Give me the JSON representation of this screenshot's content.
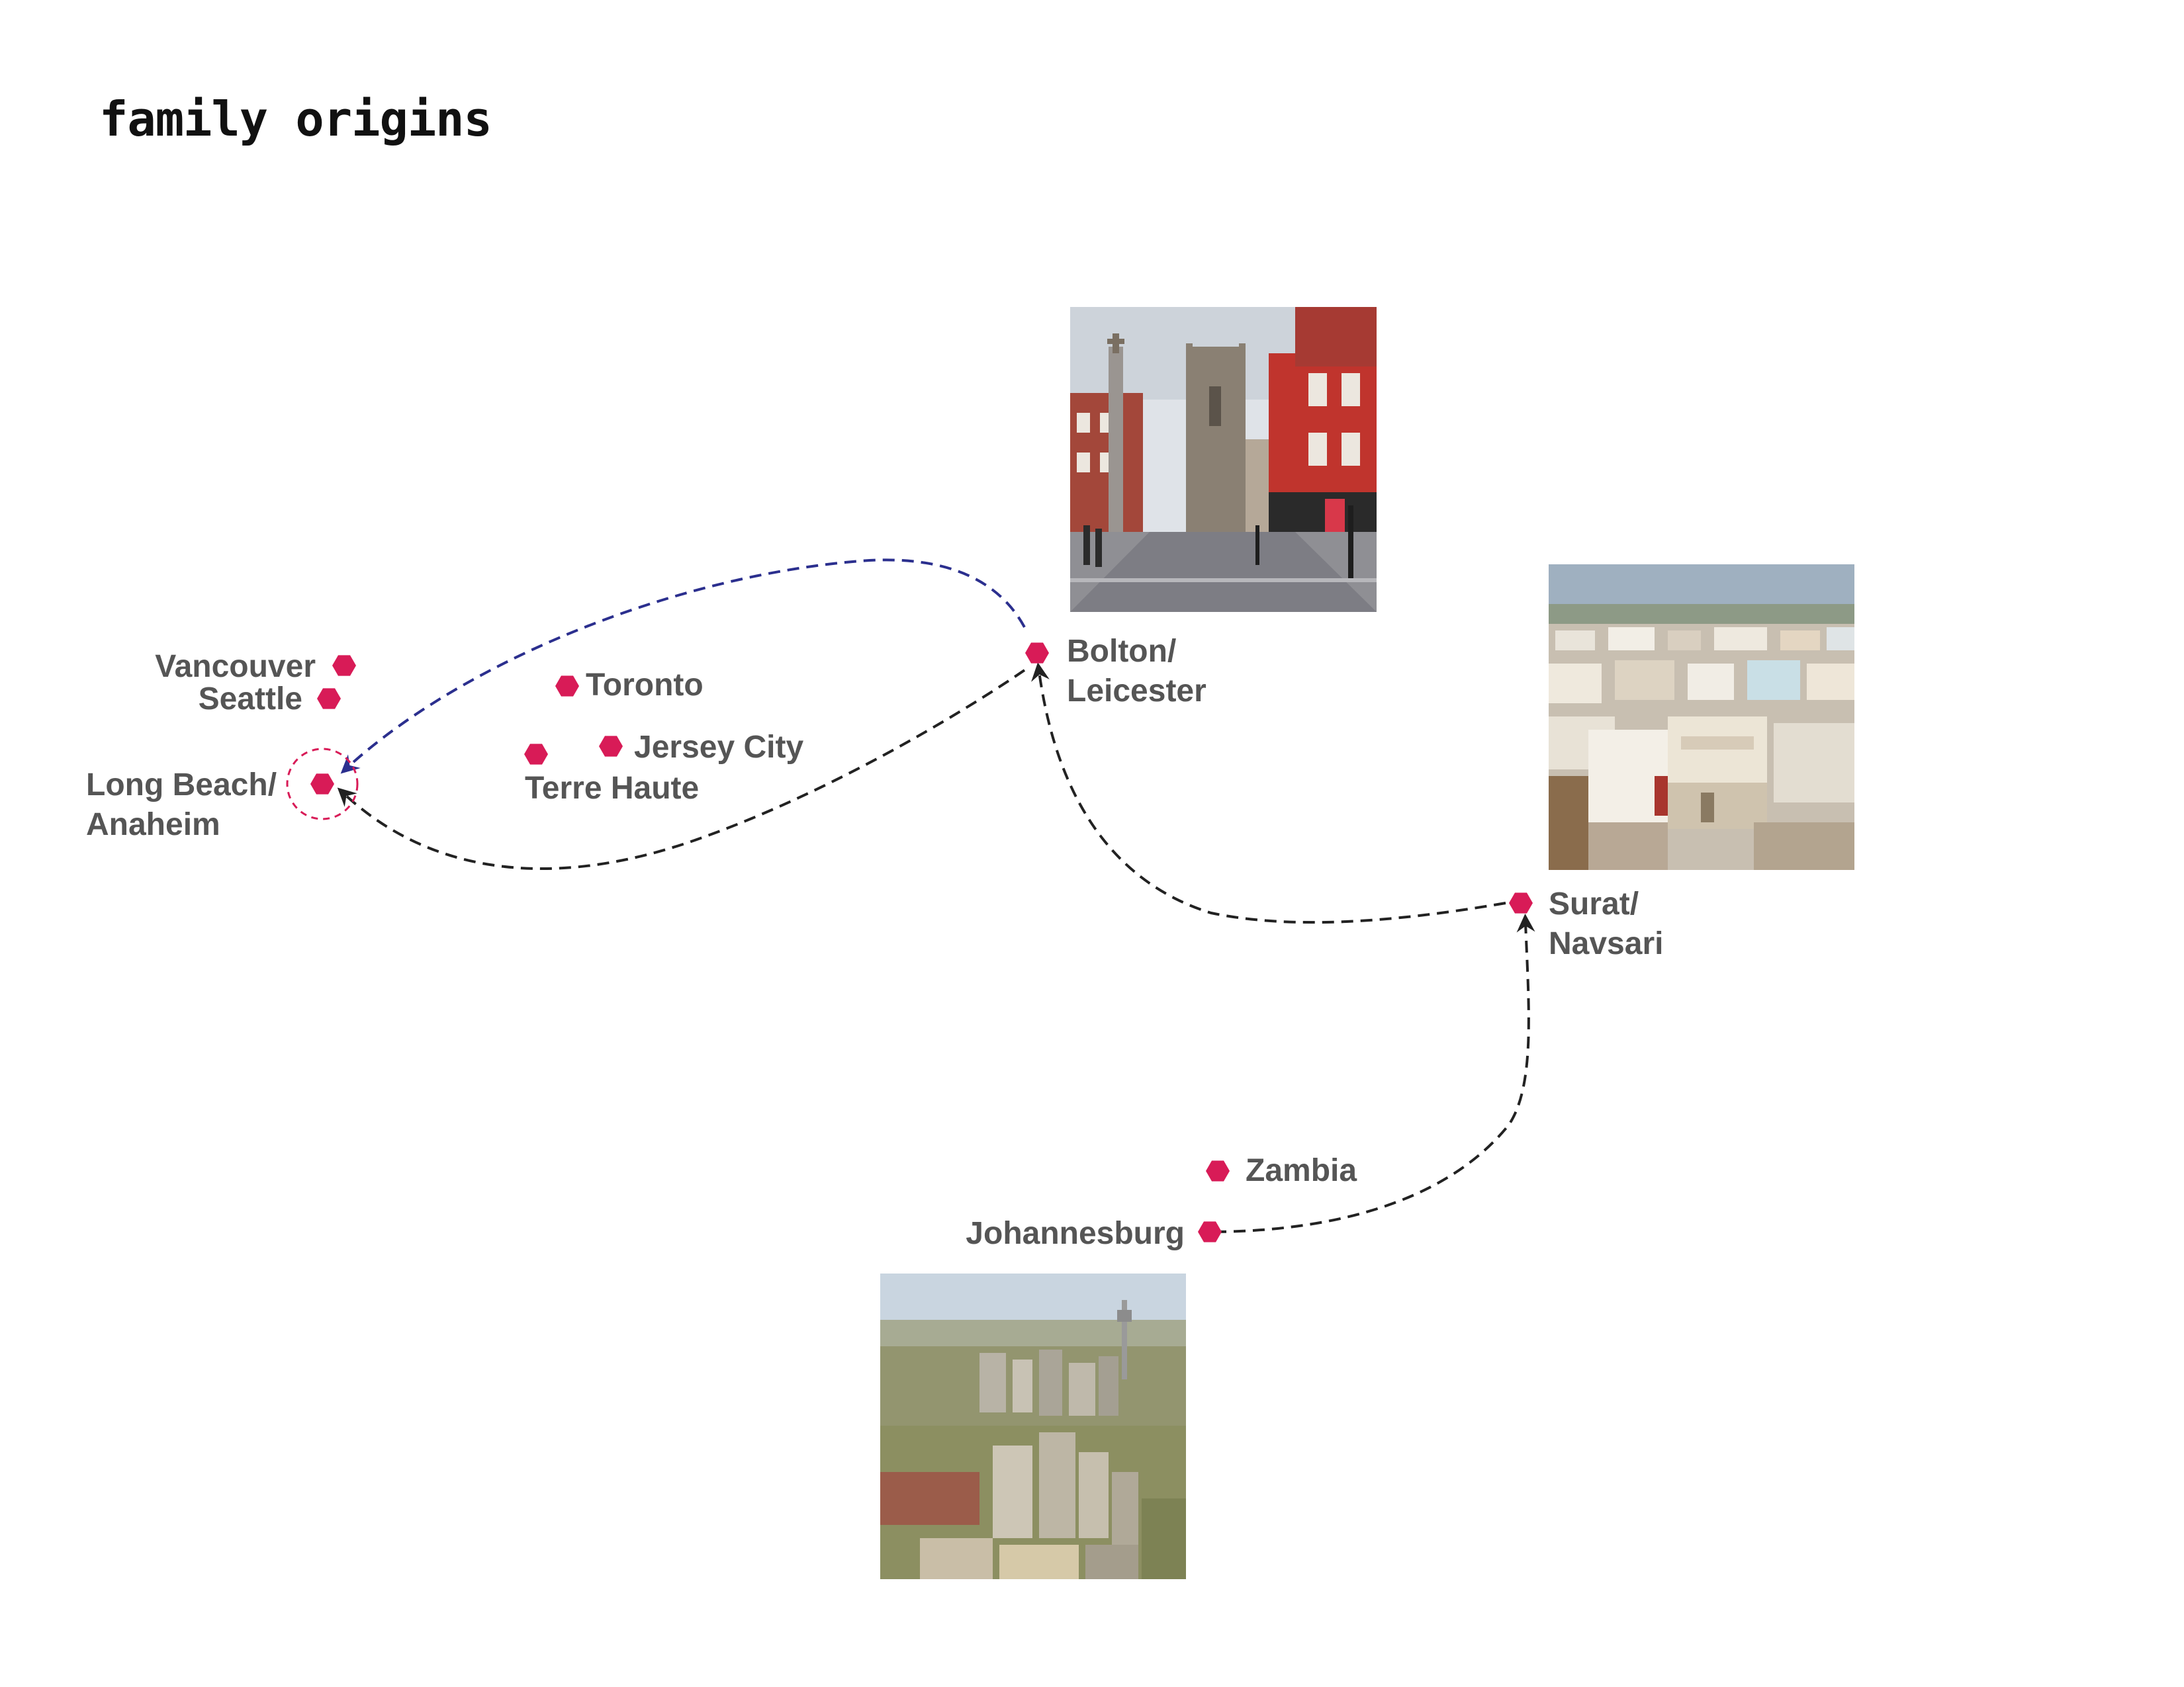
{
  "title": "family origins",
  "colors": {
    "marker": "#d81b57",
    "route_dark": "#222222",
    "route_blue": "#2b2f8e",
    "label": "#555555"
  },
  "places": [
    {
      "id": "vancouver",
      "lines": [
        "Vancouver"
      ]
    },
    {
      "id": "seattle",
      "lines": [
        "Seattle"
      ]
    },
    {
      "id": "long-beach-anaheim",
      "lines": [
        "Long Beach/",
        "Anaheim"
      ]
    },
    {
      "id": "toronto",
      "lines": [
        "Toronto"
      ]
    },
    {
      "id": "jersey-city",
      "lines": [
        "Jersey City"
      ]
    },
    {
      "id": "terre-haute",
      "lines": [
        "Terre Haute"
      ]
    },
    {
      "id": "bolton-leicester",
      "lines": [
        "Bolton/",
        "Leicester"
      ]
    },
    {
      "id": "surat-navsari",
      "lines": [
        "Surat/",
        "Navsari"
      ]
    },
    {
      "id": "zambia",
      "lines": [
        "Zambia"
      ]
    },
    {
      "id": "johannesburg",
      "lines": [
        "Johannesburg"
      ]
    }
  ],
  "routes": [
    {
      "from": "johannesburg",
      "to": "surat-navsari",
      "color": "dark"
    },
    {
      "from": "surat-navsari",
      "to": "bolton-leicester",
      "color": "dark"
    },
    {
      "from": "bolton-leicester",
      "to": "long-beach-anaheim",
      "color": "dark"
    },
    {
      "from": "bolton-leicester",
      "to": "long-beach-anaheim",
      "color": "blue"
    }
  ],
  "photos": [
    {
      "id": "bolton-photo",
      "place": "bolton-leicester"
    },
    {
      "id": "surat-photo",
      "place": "surat-navsari"
    },
    {
      "id": "johannesburg-photo",
      "place": "johannesburg"
    }
  ]
}
